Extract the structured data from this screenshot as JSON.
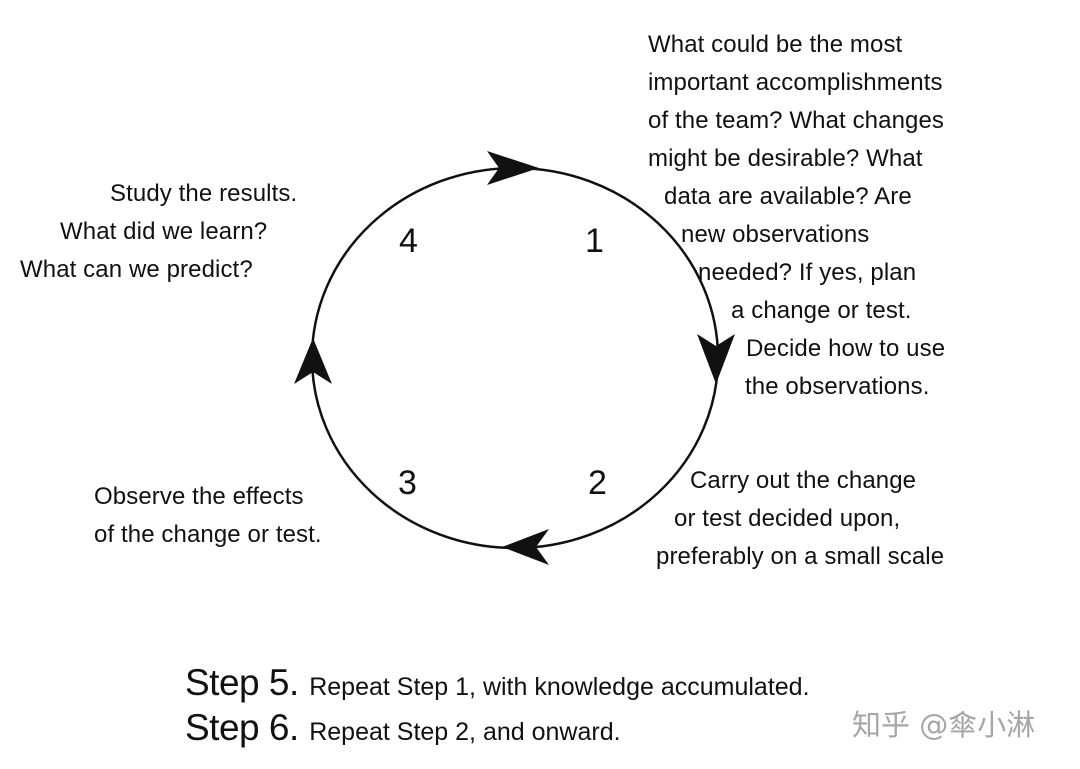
{
  "cycle": {
    "step_numbers": [
      "1",
      "2",
      "3",
      "4"
    ],
    "step1_text": [
      "What could be the most",
      "important accomplishments",
      "of the team?  What changes",
      "might be desirable?  What",
      "data are available?  Are",
      "new observations",
      "needed?  If yes,  plan",
      "a change or test.",
      "Decide how to use",
      "the observations."
    ],
    "step2_text": [
      "Carry out the change",
      "or test decided upon,",
      "preferably on a small scale"
    ],
    "step3_text": [
      "Observe the effects",
      "of the change or test."
    ],
    "step4_text": [
      "Study the results.",
      "What did we learn?",
      "What can we predict?"
    ]
  },
  "steps_below": [
    {
      "label": "Step 5.",
      "text": "Repeat Step 1, with knowledge accumulated."
    },
    {
      "label": "Step 6.",
      "text": "Repeat Step 2, and onward."
    }
  ],
  "watermark": "知乎 @傘小淋",
  "colors": {
    "ink": "#111111",
    "watermark": "#a6a6a6",
    "background": "#ffffff"
  }
}
